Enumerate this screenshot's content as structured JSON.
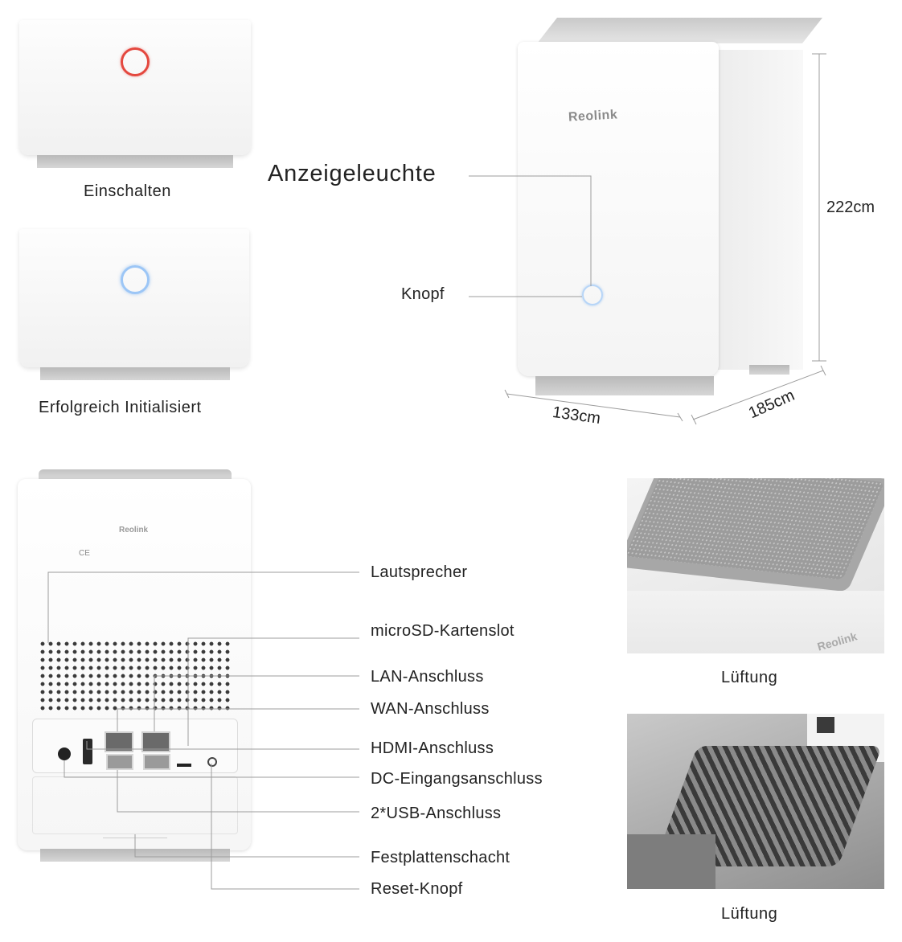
{
  "states": {
    "power_on": "Einschalten",
    "initialized": "Erfolgreich Initialisiert"
  },
  "front": {
    "brand": "Reolink",
    "indicator_label": "Anzeigeleuchte",
    "button_label": "Knopf",
    "height": "222cm",
    "width": "133cm",
    "depth": "185cm"
  },
  "back": {
    "brand": "Reolink",
    "ports": [
      "Lautsprecher",
      "microSD-Kartenslot",
      "LAN-Anschluss",
      "WAN-Anschluss",
      "HDMI-Anschluss",
      "DC-Eingangsanschluss",
      "2*USB-Anschluss",
      "Festplattenschacht",
      "Reset-Knopf"
    ]
  },
  "vents": {
    "top_label": "Lüftung",
    "bottom_label": "Lüftung",
    "brand": "Reolink"
  },
  "colors": {
    "power_ring": "#e4483f",
    "init_ring": "#7fb4f0",
    "device_base": "#bdbdbd"
  }
}
